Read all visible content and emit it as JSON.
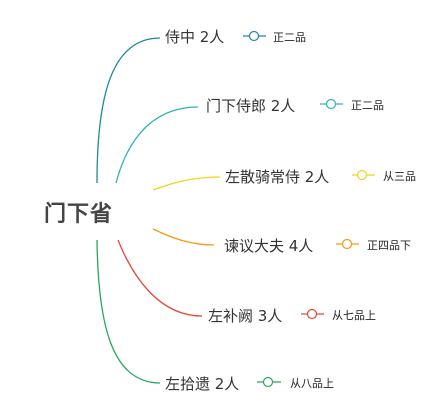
{
  "root": {
    "label": "门下省"
  },
  "branches": [
    {
      "label": "侍中 2人",
      "rank": "正二品",
      "color": "#1f8a9a"
    },
    {
      "label": "门下侍郎 2人",
      "rank": "正二品",
      "color": "#2fb3b3"
    },
    {
      "label": "左散骑常侍 2人",
      "rank": "从三品",
      "color": "#f3d21c"
    },
    {
      "label": "谏议大夫 4人",
      "rank": "正四品下",
      "color": "#f39a12"
    },
    {
      "label": "左补阙 3人",
      "rank": "从七品上",
      "color": "#e04a3a"
    },
    {
      "label": "左拾遗 2人",
      "rank": "从八品上",
      "color": "#2aa75f"
    }
  ]
}
